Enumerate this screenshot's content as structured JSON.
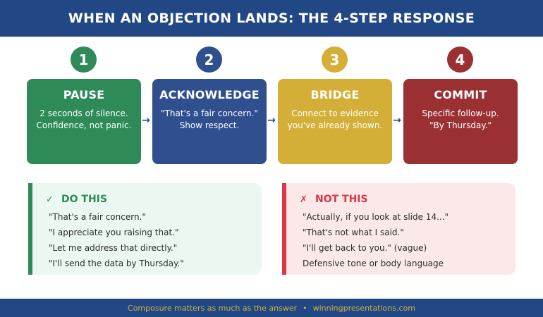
{
  "header": {
    "title": "WHEN AN OBJECTION LANDS: THE 4-STEP RESPONSE"
  },
  "colors": {
    "navy": "#224785",
    "green": "#2e8b57",
    "blue": "#2f4f8f",
    "gold": "#d4af37",
    "red": "#9b3033",
    "alert_red": "#dc3545",
    "footer_text": "#d4b23a"
  },
  "steps": [
    {
      "number": "1",
      "title": "PAUSE",
      "lines": [
        "2 seconds of silence.",
        "Confidence, not panic."
      ],
      "color": "#2e8b57"
    },
    {
      "number": "2",
      "title": "ACKNOWLEDGE",
      "lines": [
        "\"That's a fair concern.\"",
        "Show respect."
      ],
      "color": "#2f4f8f"
    },
    {
      "number": "3",
      "title": "BRIDGE",
      "lines": [
        "Connect to evidence",
        "you've already shown."
      ],
      "color": "#d4af37"
    },
    {
      "number": "4",
      "title": "COMMIT",
      "lines": [
        "Specific follow-up.",
        "\"By Thursday.\""
      ],
      "color": "#9b3033"
    }
  ],
  "arrows": [
    "→",
    "→",
    "→"
  ],
  "do_this": {
    "icon": "✓",
    "title": "DO THIS",
    "items": [
      "\"That's a fair concern.\"",
      "\"I appreciate you raising that.\"",
      "\"Let me address that directly.\"",
      "\"I'll send the data by Thursday.\""
    ]
  },
  "not_this": {
    "icon": "✗",
    "title": "NOT THIS",
    "items": [
      "\"Actually, if you look at slide 14...\"",
      "\"That's not what I said.\"",
      "\"I'll get back to you.\" (vague)",
      "Defensive tone or body language"
    ]
  },
  "footer": {
    "tagline": "Composure matters as much as the answer",
    "separator": "•",
    "site": "winningpresentations.com"
  }
}
